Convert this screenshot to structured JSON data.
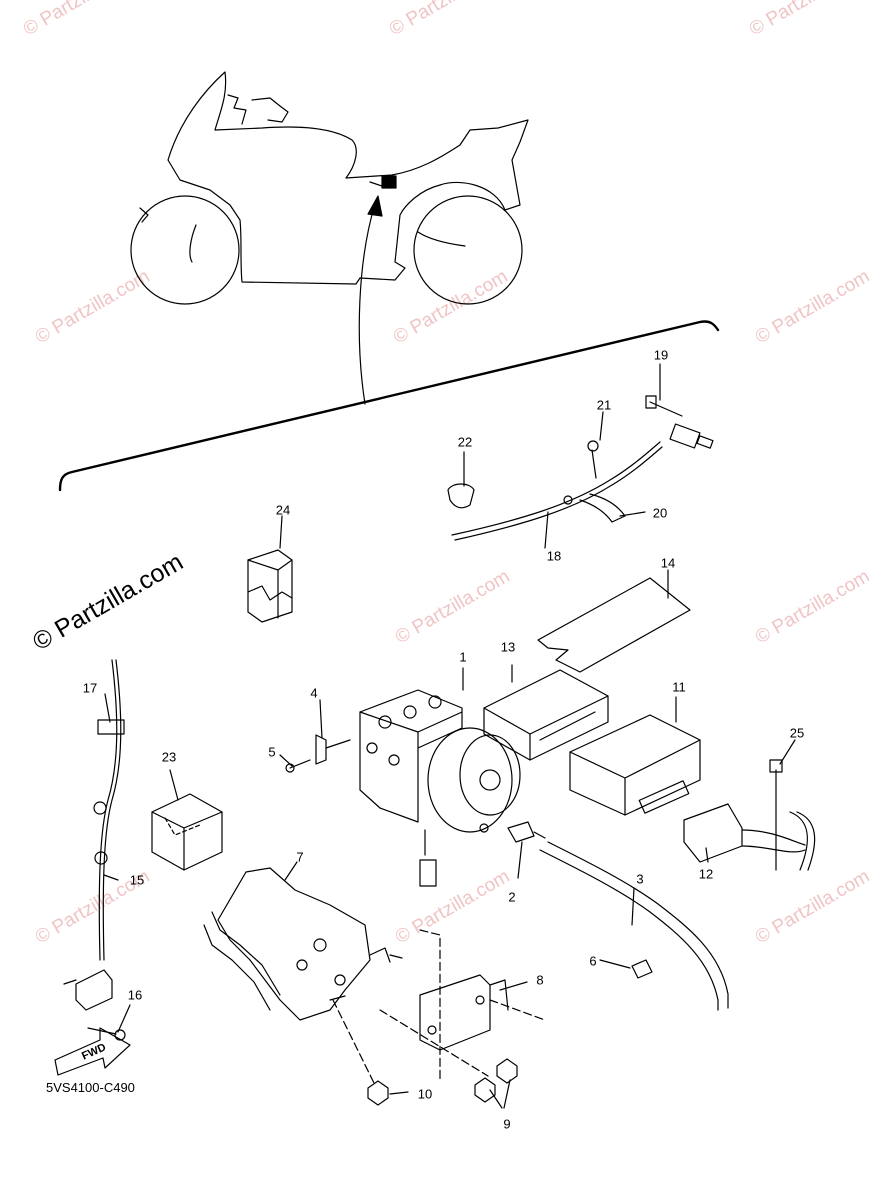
{
  "watermark": {
    "text": "© Partzilla.com",
    "featured_text": "© Partzilla.com"
  },
  "diagram_code": "5VS4100-C490",
  "fwd_label": "FWD",
  "callouts": {
    "c1": "1",
    "c2": "2",
    "c3": "3",
    "c4": "4",
    "c5": "5",
    "c6": "6",
    "c7": "7",
    "c8": "8",
    "c9": "9",
    "c10": "10",
    "c11": "11",
    "c12": "12",
    "c13": "13",
    "c14": "14",
    "c15": "15",
    "c16": "16",
    "c17": "17",
    "c18": "18",
    "c19": "19",
    "c20": "20",
    "c21": "21",
    "c22": "22",
    "c23": "23",
    "c24": "24",
    "c25": "25"
  },
  "colors": {
    "line": "#000000",
    "watermark": "#f0c4c4",
    "background": "#ffffff"
  }
}
